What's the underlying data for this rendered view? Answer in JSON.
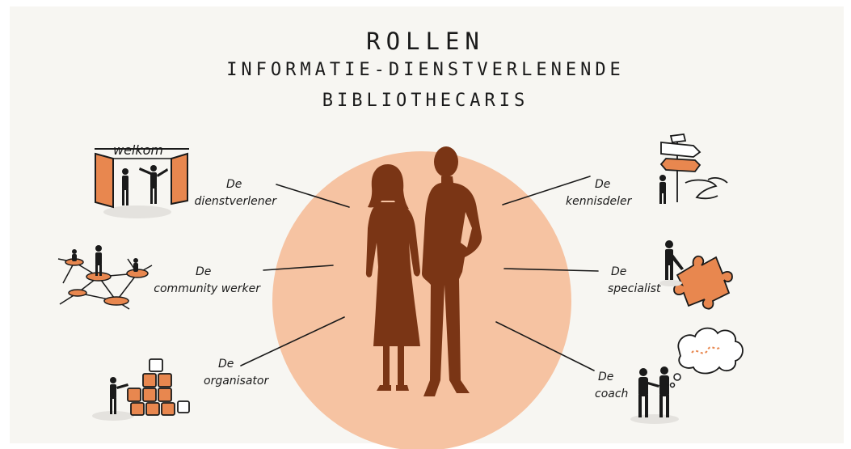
{
  "title": {
    "line1": "ROLLEN",
    "line2": "INFORMATIE-DIENSTVERLENENDE",
    "line3": "BIBLIOTHECARIS"
  },
  "roles": {
    "dienstverlener": {
      "de": "De",
      "name": "dienstverlener"
    },
    "community": {
      "de": "De",
      "name": "community werker"
    },
    "organisator": {
      "de": "De",
      "name": "organisator"
    },
    "kennisdeler": {
      "de": "De",
      "name": "kennisdeler"
    },
    "specialist": {
      "de": "De",
      "name": "specialist"
    },
    "coach": {
      "de": "De",
      "name": "coach"
    }
  },
  "sign": {
    "welkom": "welkom"
  },
  "colors": {
    "circle": "#f6c3a2",
    "figure": "#7a3515",
    "accent": "#e8874f",
    "ink": "#1a1a1a"
  }
}
